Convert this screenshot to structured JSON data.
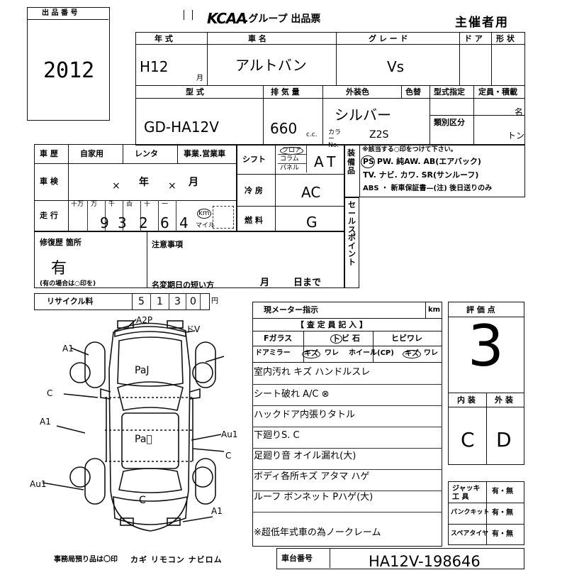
{
  "header": {
    "lot_label": "出 品 番 号",
    "lot_number": "2012",
    "org": "KCAA",
    "org_suffix": ".グループ 出品票",
    "copy_label": "主催者用"
  },
  "row1": {
    "year_label": "年 式",
    "name_label": "車 名",
    "grade_label": "グ レ ー ド",
    "door_label": "ド ア",
    "shape_label": "形 状",
    "year_value": "H12",
    "month_label": "月",
    "name_value": "アルトバン",
    "grade_value": "Vs"
  },
  "row2": {
    "model_label": "型 式",
    "disp_label": "排 気 量",
    "color_label": "外装色",
    "colortype_label": "色替",
    "designation_label": "型式指定",
    "capacity_label": "定員・積載",
    "classification_label": "類別区分",
    "model_value": "GD-HA12V",
    "disp_value": "660",
    "disp_unit": "c.c.",
    "color_value": "シルバー",
    "color_no_label": "カラー No.",
    "color_no_value": "Z2S",
    "cap_unit1": "名",
    "cap_unit2": "トン"
  },
  "history": {
    "label": "車 歴",
    "options": [
      "自家用",
      "レンタ",
      "事業.営業車"
    ]
  },
  "shaken": {
    "label": "車 検",
    "year": "年",
    "month": "月"
  },
  "mileage": {
    "label": "走 行",
    "digit_labels": [
      "十万",
      "万",
      "千",
      "百",
      "十",
      "一"
    ],
    "digits": [
      "9",
      "3",
      "2",
      "6",
      "4"
    ],
    "unit_km": "km",
    "unit_mile": "マイル"
  },
  "shift": {
    "label": "シフト",
    "options": [
      "フロア",
      "コラム",
      "パネル"
    ],
    "value": "AT"
  },
  "ac": {
    "label": "冷 房",
    "value": "AC"
  },
  "fuel": {
    "label": "燃 料",
    "value": "G"
  },
  "equipment": {
    "label": "装備品",
    "note": "※該当する○印をつけて下さい。",
    "line1": "PS PW. 純AW. AB(エアバック)",
    "line2": "TV. ナビ. カワ. SR(サンルーフ)",
    "line3": "ABS ・ 新車保証書—(注) 後日送りのみ"
  },
  "sales_point": {
    "label": "セールスポイント"
  },
  "repair": {
    "label": "修復歴 箇所",
    "value": "有",
    "note": "(有の場合は○印を)"
  },
  "notes": {
    "label": "注意事項",
    "deadline_label": "名変期日の短い方",
    "month": "月",
    "day": "日まで"
  },
  "recycle": {
    "label": "リサイクル料",
    "digits": [
      "5",
      "1",
      "3",
      "0"
    ],
    "unit": "円"
  },
  "inspection": {
    "meter_label": "現メーター指示",
    "meter_unit": "km",
    "inspector_label": "【 査 定 員 記 入 】",
    "glass_label": "Fガラス",
    "glass_items": [
      "ト",
      "ビ 石",
      "ヒビワレ"
    ],
    "mirror_label": "ドアミラー",
    "mirror_items": [
      "キズ",
      "ワレ"
    ],
    "wheel_label": "ホイール(CP)",
    "wheel_items": [
      "キズ",
      "ワレ"
    ],
    "remarks": [
      "室内汚れ キズ ハンドルスレ",
      "シート破れ A/C ⊗",
      "ハックドア内張りタトル",
      "下廻りS. C",
      "足廻り音 オイル漏れ(大)",
      "ボディ各所キズ アタマ ハゲ",
      "ルーフ ボンネット Pハゲ(大)",
      "※超低年式車の為ノークレーム"
    ]
  },
  "score": {
    "label": "評 価 点",
    "value": "3",
    "interior_label": "内 装",
    "exterior_label": "外 装",
    "interior_value": "C",
    "exterior_value": "D"
  },
  "accessories": {
    "jack_label": "ジャッキ 工 具",
    "puncture_label": "パンクキット",
    "spare_label": "スペアタイヤ",
    "choice": "有・無"
  },
  "diagram_marks": {
    "top": "A2P",
    "top_right": "ドV",
    "left_a1_top": "A1",
    "left_c": "C",
    "left_a1": "A1",
    "left_au1": "Au1",
    "right_au1": "Au1",
    "right_c": "C",
    "right_a1": "A1",
    "hood": "PaJ",
    "roof": "Pa゙",
    "rear": "C"
  },
  "footer": {
    "office_label": "事務局預り品は〇印",
    "items": "カギ リモコン ナビロム",
    "chassis_label": "車台番号",
    "chassis_value": "HA12V-198646"
  }
}
